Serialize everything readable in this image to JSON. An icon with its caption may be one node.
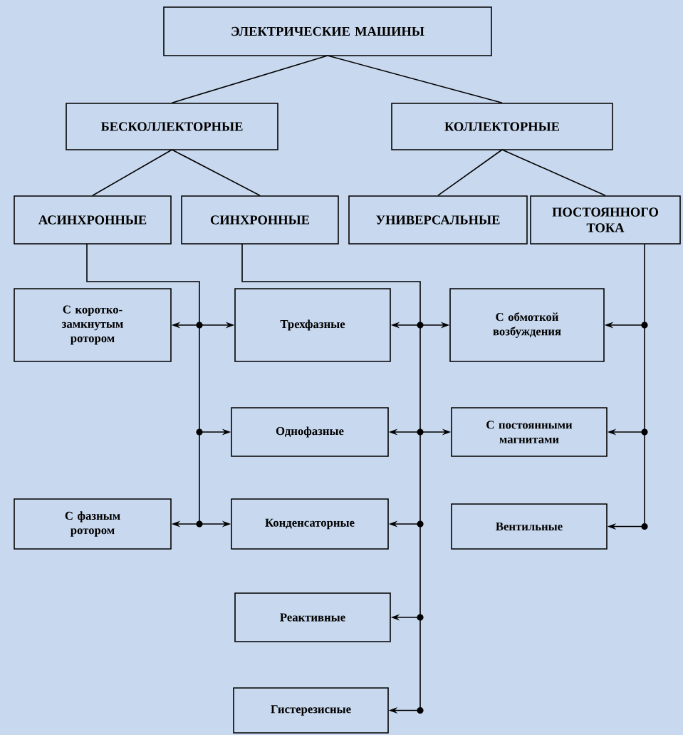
{
  "diagram": {
    "nodes": [
      {
        "text": [
          "ЭЛЕКТРИЧЕСКИЕ МАШИНЫ"
        ]
      },
      {
        "text": [
          "БЕСКОЛЛЕКТОРНЫЕ"
        ]
      },
      {
        "text": [
          "КОЛЛЕКТОРНЫЕ"
        ]
      },
      {
        "text": [
          "АСИНХРОННЫЕ"
        ]
      },
      {
        "text": [
          "СИНХРОННЫЕ"
        ]
      },
      {
        "text": [
          "УНИВЕРСАЛЬНЫЕ"
        ]
      },
      {
        "text": [
          "ПОСТОЯННОГО ТОКА"
        ]
      },
      {
        "text": [
          "С коротко-замкнутым ротором"
        ]
      },
      {
        "text": [
          "Трехфазные"
        ]
      },
      {
        "text": [
          "С обмоткой возбуждения"
        ]
      },
      {
        "text": [
          "Однофазные"
        ]
      },
      {
        "text": [
          "С постоянными магнитами"
        ]
      },
      {
        "text": [
          "С фазным ротором"
        ]
      },
      {
        "text": [
          "Конденсаторные"
        ]
      },
      {
        "text": [
          "Вентильные"
        ]
      },
      {
        "text": [
          "Реактивные"
        ]
      },
      {
        "text": [
          "Гистерезисные"
        ]
      }
    ],
    "edges": [
      {
        "from": 0,
        "to": 1,
        "arrow": "none"
      },
      {
        "from": 0,
        "to": 2,
        "arrow": "none"
      },
      {
        "from": 1,
        "to": 3,
        "arrow": "none"
      },
      {
        "from": 1,
        "to": 4,
        "arrow": "none"
      },
      {
        "from": 2,
        "to": 5,
        "arrow": "none"
      },
      {
        "from": 2,
        "to": 6,
        "arrow": "none"
      },
      {
        "from": 3,
        "to": 7,
        "arrow": "to"
      },
      {
        "from": 3,
        "to": 8,
        "arrow": "to"
      },
      {
        "from": 3,
        "to": 10,
        "arrow": "to"
      },
      {
        "from": 3,
        "to": 12,
        "arrow": "to"
      },
      {
        "from": 3,
        "to": 13,
        "arrow": "to"
      },
      {
        "from": 4,
        "to": 8,
        "arrow": "to"
      },
      {
        "from": 4,
        "to": 9,
        "arrow": "to"
      },
      {
        "from": 4,
        "to": 10,
        "arrow": "to"
      },
      {
        "from": 4,
        "to": 11,
        "arrow": "to"
      },
      {
        "from": 4,
        "to": 13,
        "arrow": "to"
      },
      {
        "from": 4,
        "to": 15,
        "arrow": "to"
      },
      {
        "from": 4,
        "to": 16,
        "arrow": "to"
      },
      {
        "from": 6,
        "to": 9,
        "arrow": "to"
      },
      {
        "from": 6,
        "to": 11,
        "arrow": "to"
      },
      {
        "from": 6,
        "to": 14,
        "arrow": "to"
      }
    ]
  }
}
